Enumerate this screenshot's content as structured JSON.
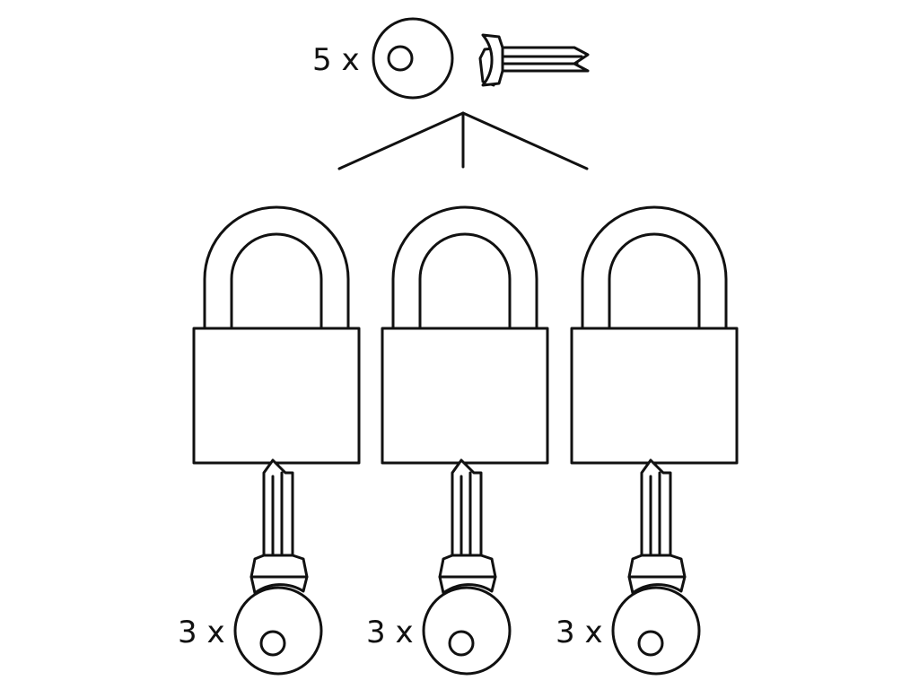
{
  "master_key": {
    "quantity_label": "5 x"
  },
  "padlocks": [
    {
      "id": "padlock-1",
      "keys_label": "3 x"
    },
    {
      "id": "padlock-2",
      "keys_label": "3 x"
    },
    {
      "id": "padlock-3",
      "keys_label": "3 x"
    }
  ],
  "colors": {
    "stroke": "#111111",
    "background": "#ffffff"
  }
}
